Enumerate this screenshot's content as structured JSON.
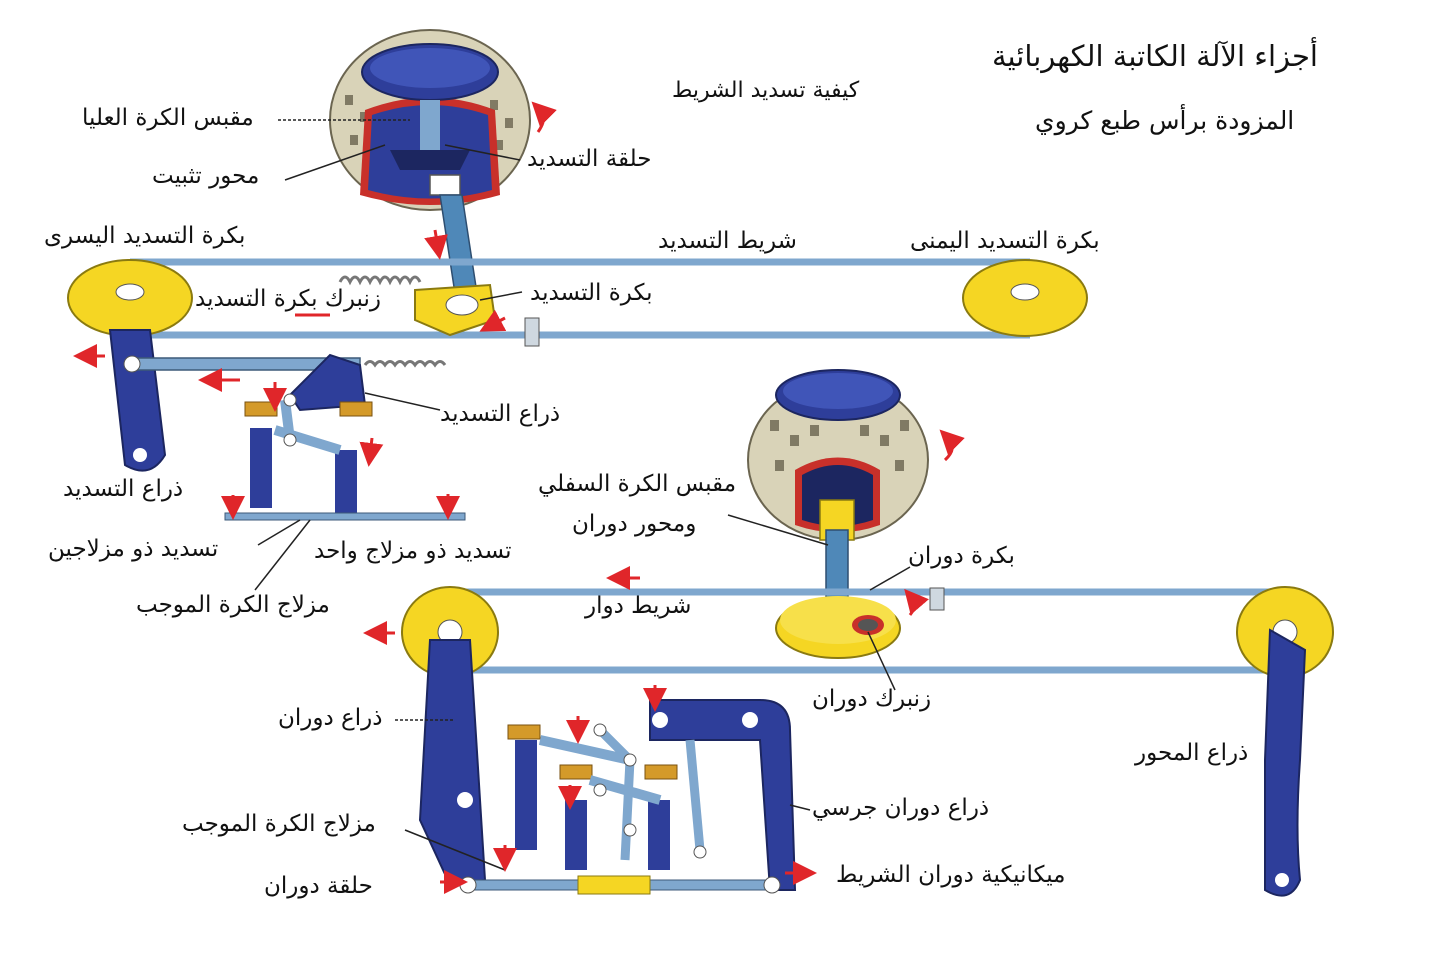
{
  "title": {
    "line1": "أجزاء الآلة الكاتبة الكهربائية",
    "line2": "المزودة برأس طبع كروي"
  },
  "section_top": "كيفية تسديد الشريط",
  "labels": {
    "upper_ball_clamp": "مقبس الكرة العليا",
    "tilt_ring": "حلقة التسديد",
    "fixing_axis": "محور تثبيت",
    "left_tilt_pulley": "بكرة التسديد اليسرى",
    "tilt_tape": "شريط التسديد",
    "right_tilt_pulley": "بكرة التسديد اليمنى",
    "tilt_pulley_spring": "زنبرك بكرة التسديد",
    "tilt_pulley": "بكرة التسديد",
    "tilt_arm_right": "ذراع التسديد",
    "tilt_arm_left": "ذراع التسديد",
    "double_latch_tilt": "تسديد ذو مزلاجين",
    "single_latch_tilt": "تسديد ذو مزلاج واحد",
    "ball_guide_latch_top": "مزلاج الكرة الموجب",
    "lower_ball_clamp": "مقبس الكرة السفلي",
    "rotate_axis": "ومحور دوران",
    "rotate_pulley": "بكرة دوران",
    "rotate_tape": "شريط دوار",
    "rotate_spring": "زنبرك دوران",
    "rotate_arm": "ذراع دوران",
    "axis_arm": "ذراع المحور",
    "bell_rotate_arm": "ذراع دوران جرسي",
    "ball_guide_latch_bottom": "مزلاج الكرة الموجب",
    "rotate_ring": "حلقة دوران",
    "tape_rotate_mechanism": "ميكانيكية دوران الشريط"
  },
  "colors": {
    "blue": "#2E3E9A",
    "steel": "#7FA7CE",
    "yellow": "#F5D623",
    "red": "#E0262A",
    "ball": "#D9D3B8"
  }
}
